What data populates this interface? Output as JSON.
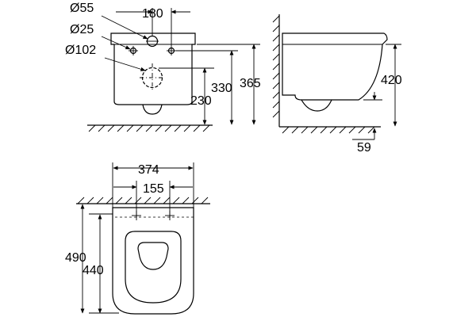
{
  "dimensions": {
    "front": {
      "d55": "Ø55",
      "d180": "180",
      "d25": "Ø25",
      "d102": "Ø102",
      "d330": "330",
      "d365": "365",
      "d230": "230"
    },
    "side": {
      "d420": "420",
      "d59": "59"
    },
    "top": {
      "d374": "374",
      "d155": "155",
      "d490": "490",
      "d440": "440"
    }
  }
}
